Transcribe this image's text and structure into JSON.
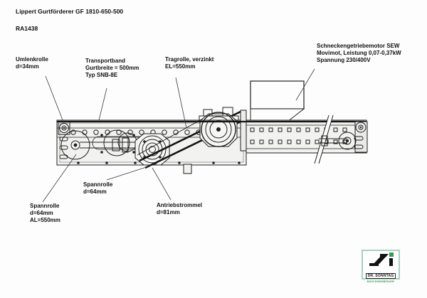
{
  "header": {
    "title": "Lippert Gurtförderer GF 1810-650-500",
    "doc_number": "RA1438"
  },
  "annotations": {
    "umlenkrolle": [
      "Umlenkrolle",
      "d=34mm"
    ],
    "transportband": [
      "Transportband",
      "Gurtbreite = 500mm",
      "Typ SNB-8E"
    ],
    "tragrolle": [
      "Tragrolle, verzinkt",
      "EL=550mm"
    ],
    "motor": [
      "Schneckengetriebemotor SEW",
      "Movimot, Leistung 0,07-0,37kW",
      "Spannung 230/400V"
    ],
    "spannrolle_mitte": [
      "Spannrolle",
      "d=64mm"
    ],
    "spannrolle_links": [
      "Spannrolle",
      "d=64mm",
      "AL=550mm"
    ],
    "antriebstrommel": [
      "Antriebstrommel",
      "d=81mm"
    ]
  },
  "logo": {
    "name": "DR. SONNTAG",
    "subtitle": "MASCHINENBEDARF",
    "glyph": "si-monogram",
    "accent_green": "#2f9e4f",
    "border_green": "#a9cfc2"
  },
  "colors": {
    "line": "#1f1f1f",
    "frame_fill": "#f2f2f0",
    "background": "#fdfdfd"
  }
}
